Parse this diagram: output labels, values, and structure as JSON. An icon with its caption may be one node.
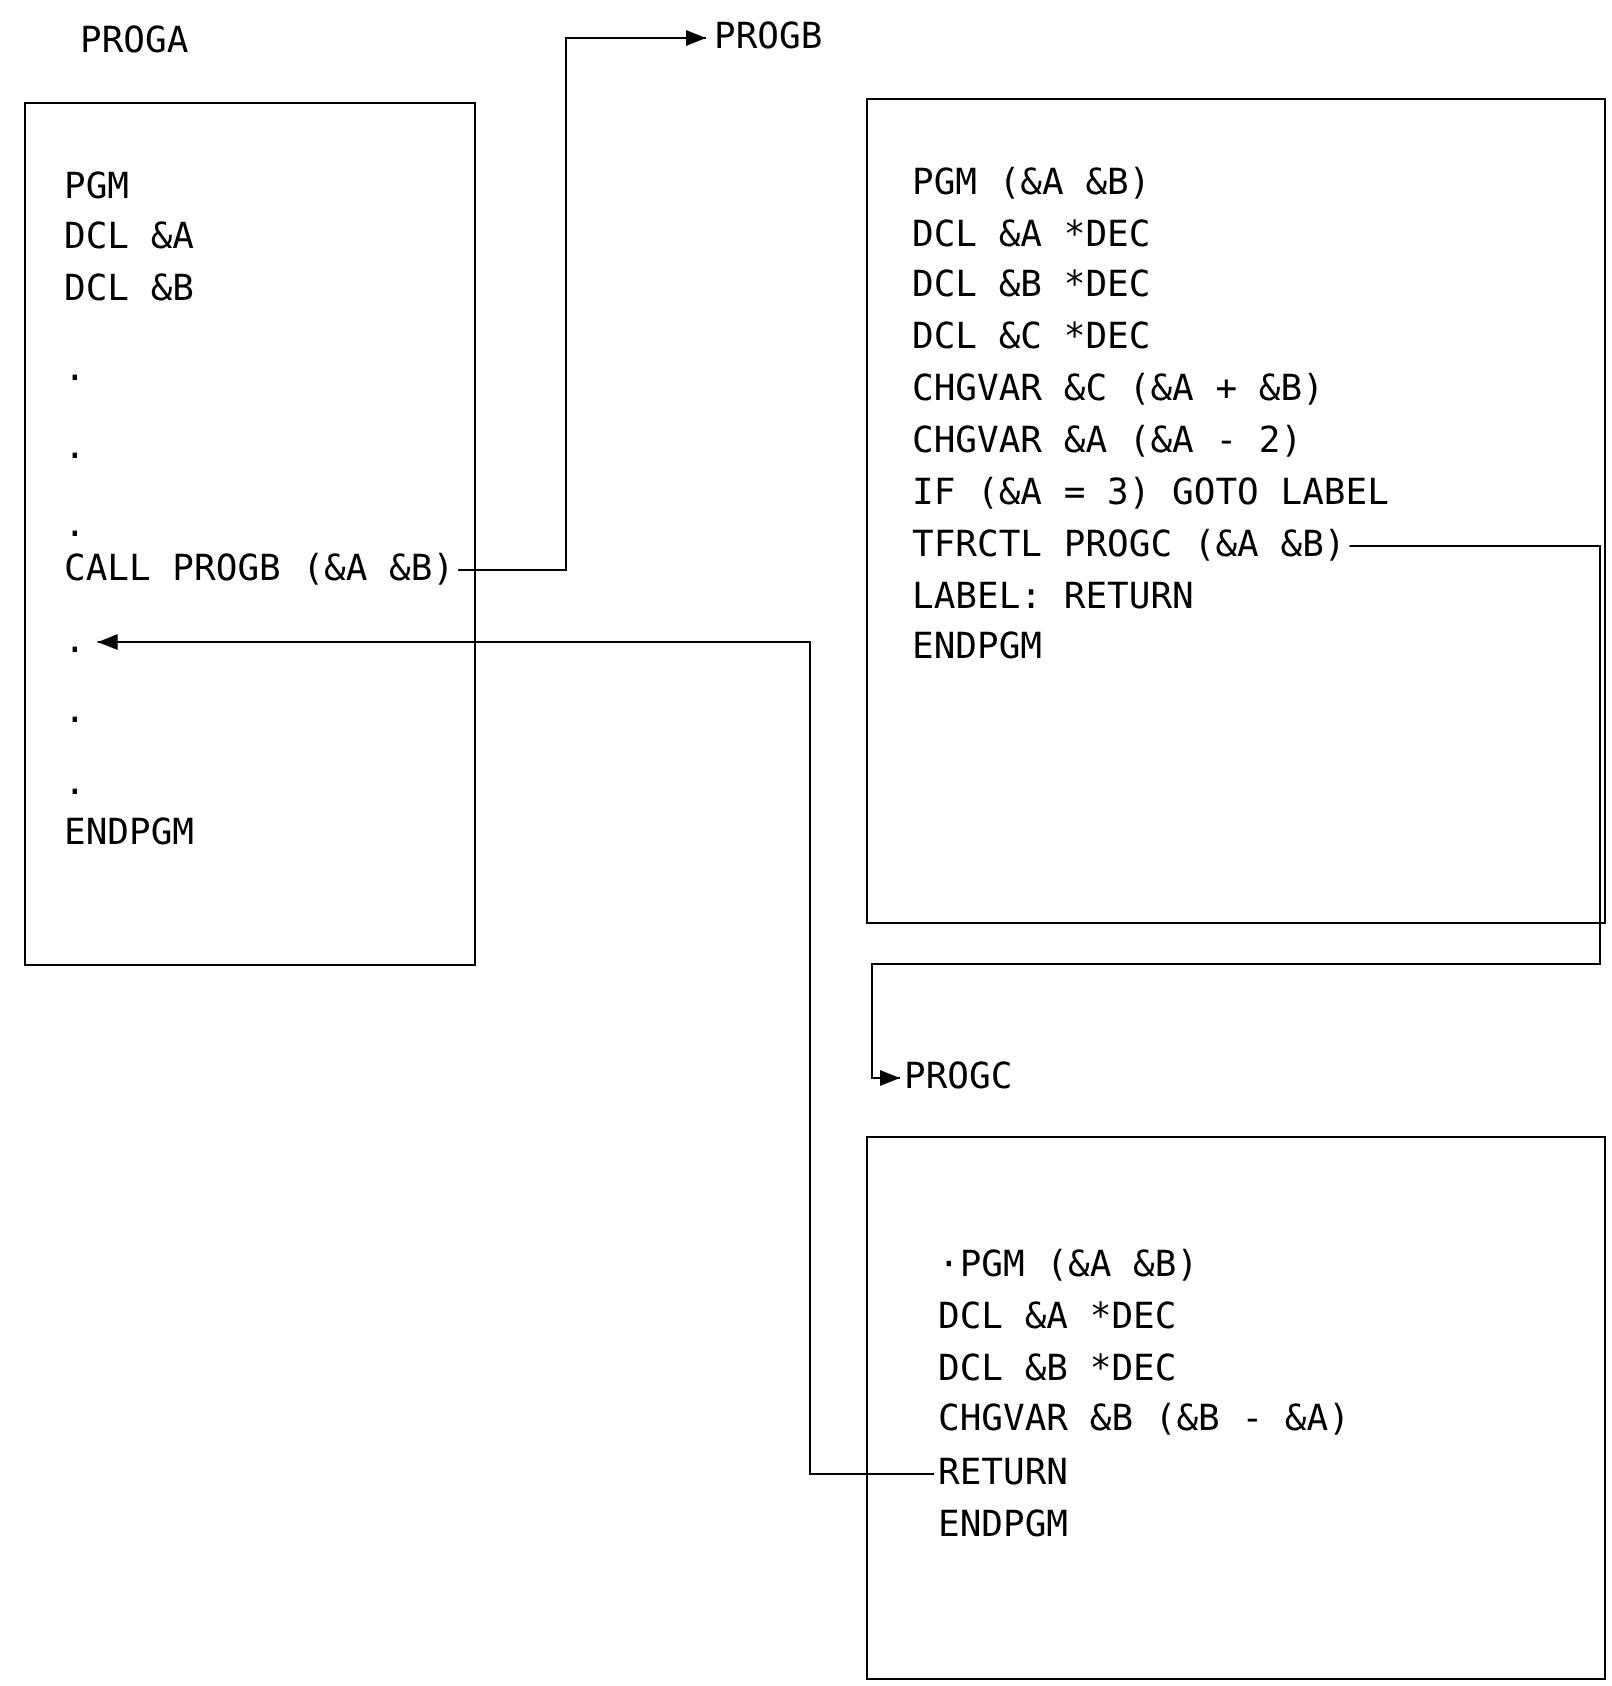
{
  "diagram": {
    "nodes": [
      {
        "text": [
          "PROGA"
        ]
      },
      {
        "text": [
          "PGM"
        ],
        "in": 0
      },
      {
        "text": [
          "DCL &A"
        ],
        "in": 0
      },
      {
        "text": [
          "DCL &B"
        ],
        "in": 0
      },
      {
        "text": [
          "."
        ],
        "in": 0
      },
      {
        "text": [
          "."
        ],
        "in": 0
      },
      {
        "text": [
          "."
        ],
        "in": 0
      },
      {
        "text": [
          "CALL PROGB (&A &B)"
        ],
        "in": 0
      },
      {
        "text": [
          "."
        ],
        "in": 0
      },
      {
        "text": [
          "."
        ],
        "in": 0
      },
      {
        "text": [
          "."
        ],
        "in": 0
      },
      {
        "text": [
          "ENDPGM"
        ],
        "in": 0
      },
      {
        "text": [
          "PROGB"
        ]
      },
      {
        "text": [
          "PGM (&A &B)"
        ],
        "in": 12
      },
      {
        "text": [
          "DCL &A *DEC"
        ],
        "in": 12
      },
      {
        "text": [
          "DCL &B *DEC"
        ],
        "in": 12
      },
      {
        "text": [
          "DCL &C *DEC"
        ],
        "in": 12
      },
      {
        "text": [
          "CHGVAR &C (&A + &B)"
        ],
        "in": 12
      },
      {
        "text": [
          "CHGVAR &A (&A - 2)"
        ],
        "in": 12
      },
      {
        "text": [
          "IF (&A = 3) GOTO LABEL"
        ],
        "in": 12
      },
      {
        "text": [
          "TFRCTL PROGC (&A &B)"
        ],
        "in": 12
      },
      {
        "text": [
          "LABEL: RETURN"
        ],
        "in": 12
      },
      {
        "text": [
          "ENDPGM"
        ],
        "in": 12
      },
      {
        "text": [
          "PROGC"
        ]
      },
      {
        "text": [
          "·PGM (&A &B)"
        ],
        "in": 23
      },
      {
        "text": [
          "DCL &A *DEC"
        ],
        "in": 23
      },
      {
        "text": [
          "DCL &B *DEC"
        ],
        "in": 23
      },
      {
        "text": [
          "CHGVAR &B (&B - &A)"
        ],
        "in": 23
      },
      {
        "text": [
          "RETURN"
        ],
        "in": 23
      },
      {
        "text": [
          "ENDPGM"
        ],
        "in": 23
      }
    ],
    "edges": [
      {
        "from": 7,
        "to": 12,
        "arrow": "to"
      },
      {
        "from": 20,
        "to": 23,
        "arrow": "to"
      },
      {
        "from": 28,
        "to": 8,
        "arrow": "to"
      }
    ]
  }
}
